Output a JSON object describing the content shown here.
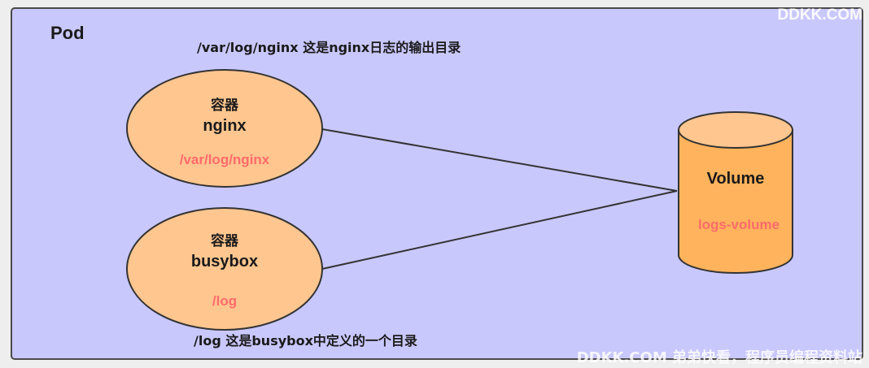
{
  "pod": {
    "title": "Pod"
  },
  "notes": {
    "top": "/var/log/nginx 这是nginx日志的输出目录",
    "bottom": "/log 这是busybox中定义的一个目录"
  },
  "containers": [
    {
      "kind": "容器",
      "name": "nginx",
      "mount": "/var/log/nginx"
    },
    {
      "kind": "容器",
      "name": "busybox",
      "mount": "/log"
    }
  ],
  "volume": {
    "title": "Volume",
    "name": "logs-volume"
  },
  "watermarks": {
    "top_right": "DDKK.COM",
    "bottom": "DDKK.COM 弟弟快看，程序员编程资料站"
  },
  "colors": {
    "pod_fill": "#c9c8fd",
    "pod_stroke": "#4a4a4a",
    "node_fill": "#ffc68f",
    "volume_fill": "#ffb35c",
    "mount_text": "#ff6b6b",
    "text": "#1a1a1a",
    "watermark": "#ffffff"
  }
}
